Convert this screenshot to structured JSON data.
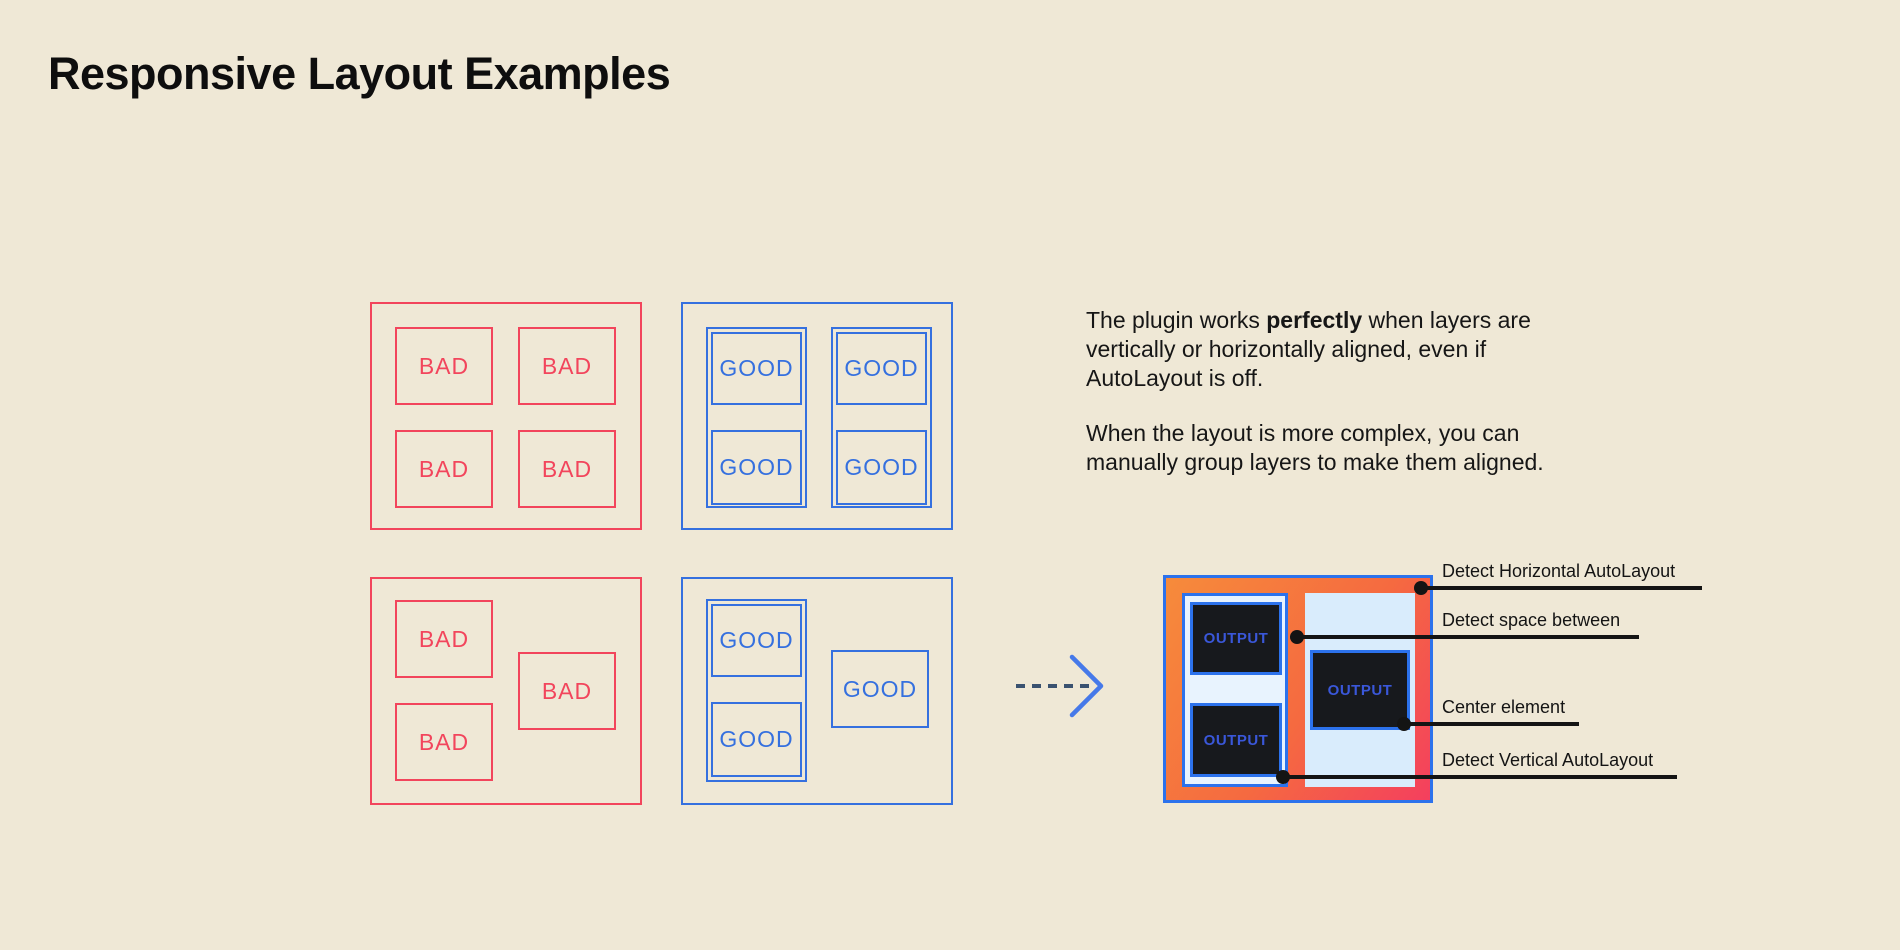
{
  "page": {
    "title": "Responsive Layout Examples"
  },
  "labels": {
    "bad": "BAD",
    "good": "GOOD",
    "output": "OUTPUT"
  },
  "description": {
    "p1_before": "The plugin works ",
    "p1_bold": "perfectly",
    "p1_after": " when layers are vertically or horizontally aligned, even if AutoLayout is off.",
    "p2": "When the layout is more complex, you can manually group layers to make them aligned."
  },
  "annotations": [
    {
      "label": "Detect Horizontal AutoLayout"
    },
    {
      "label": "Detect space between"
    },
    {
      "label": "Center element"
    },
    {
      "label": "Detect Vertical AutoLayout"
    }
  ],
  "icons": {
    "flow_arrow": "dashed-right-arrow"
  },
  "colors": {
    "background": "#EFE8D6",
    "bad_red": "#F2455C",
    "good_blue": "#3570DF",
    "output_border_blue": "#2C72EC",
    "gradient_orange": "#F68B3B",
    "gradient_red": "#F43F5E",
    "panel_pale_blue": "#DCEDFC",
    "output_dark": "#17191D",
    "output_text_blue": "#3A57D9",
    "annotation_black": "#141414",
    "title_black": "#0E0E0E"
  }
}
